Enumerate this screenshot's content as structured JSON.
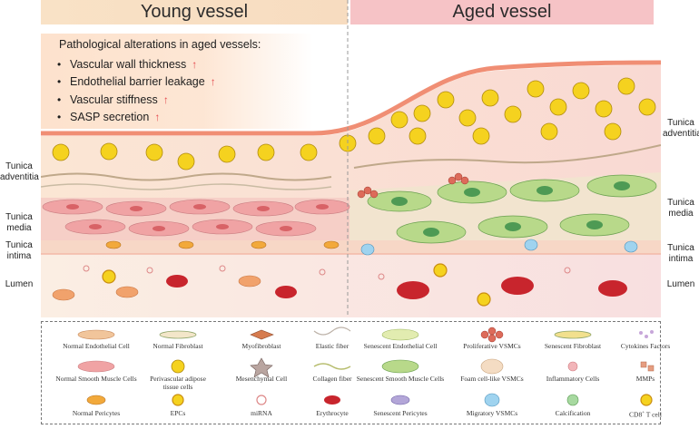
{
  "header": {
    "young": "Young vessel",
    "aged": "Aged vessel"
  },
  "pathology": {
    "title": "Pathological alterations in aged vessels:",
    "items": [
      "Vascular wall thickness",
      "Endothelial barrier leakage",
      "Vascular stiffness",
      "SASP secretion"
    ],
    "bullet": "•",
    "arrow": "↑"
  },
  "left_labels": {
    "adventitia_1": "Tunica",
    "adventitia_2": "adventitia",
    "media_1": "Tunica",
    "media_2": "media",
    "intima_1": "Tunica",
    "intima_2": "intima",
    "lumen": "Lumen"
  },
  "right_labels": {
    "adventitia_1": "Tunica",
    "adventitia_2": "adventitia",
    "media_1": "Tunica",
    "media_2": "media",
    "intima_1": "Tunica",
    "intima_2": "intima",
    "lumen": "Lumen"
  },
  "legend": {
    "normal_endothelial": "Normal Endothelial Cell",
    "normal_fibroblast": "Normal Fibroblast",
    "myofibroblast": "Myofibroblast",
    "elastic_fiber": "Elastic fiber",
    "senescent_endothelial": "Senescent Endothelial Cell",
    "proliferative_vsmcs": "Proliferative VSMCs",
    "senescent_fibroblast": "Senescent Fibroblast",
    "cytokines": "Cytokines Factors",
    "normal_smc": "Normal Smooth Muscle Cells",
    "pvat_1": "Perivascular adipose",
    "pvat_2": "tissue cells",
    "mesenchymal": "Mesenchymal Cell",
    "collagen": "Collagen fiber",
    "senescent_smc": "Senescent Smooth Muscle Cells",
    "foam_cell": "Foam cell-like VSMCs",
    "inflammatory": "Inflammatory Cells",
    "mmps": "MMPs",
    "normal_pericytes": "Normal Pericytes",
    "epcs": "EPCs",
    "mirna": "miRNA",
    "erythrocyte": "Erythrocyte",
    "senescent_pericytes": "Senescent Pericytes",
    "migratory_vsmcs": "Migratory VSMCs",
    "calcification": "Calcification",
    "cd8_1": "CD8",
    "cd8_sup": "+",
    "cd8_2": " T cell"
  },
  "colors": {
    "fat": "#f5d21f",
    "fat_stroke": "#b08a0e",
    "smc_normal": "#f0a3a4",
    "smc_nucleus": "#d86266",
    "smc_senescent": "#b8d98a",
    "smc_sen_nucleus": "#4e9a54",
    "erythrocyte": "#c8252d",
    "band_top": "#f08e74",
    "lumen_bg": "#fbeee3"
  }
}
